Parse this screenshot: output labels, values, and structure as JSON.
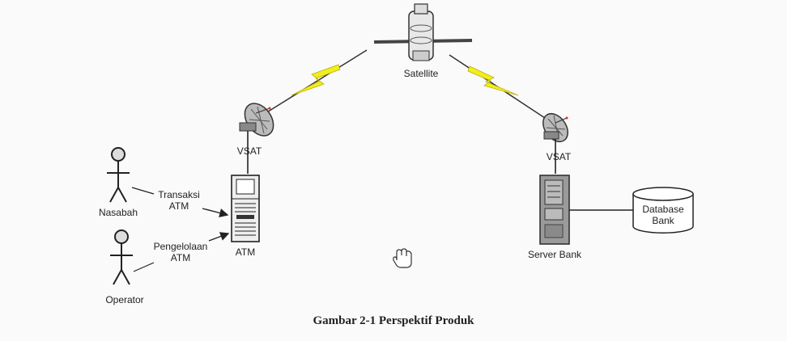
{
  "labels": {
    "satellite": "Satellite",
    "vsat_left": "VSAT",
    "vsat_right": "VSAT",
    "nasabah": "Nasabah",
    "operator": "Operator",
    "transaksi_line1": "Transaksi",
    "transaksi_line2": "ATM",
    "pengelolaan_line1": "Pengelolaan",
    "pengelolaan_line2": "ATM",
    "atm": "ATM",
    "server_bank": "Server Bank",
    "database_line1": "Database",
    "database_line2": "Bank"
  },
  "caption": "Gambar 2-1 Perspektif Produk",
  "colors": {
    "lightning": "#f2ee1c",
    "line": "#333333",
    "background": "#fafafa"
  },
  "icons": [
    "satellite-icon",
    "vsat-dish-icon",
    "person-icon",
    "atm-machine-icon",
    "server-icon",
    "database-icon",
    "hand-cursor-icon"
  ]
}
